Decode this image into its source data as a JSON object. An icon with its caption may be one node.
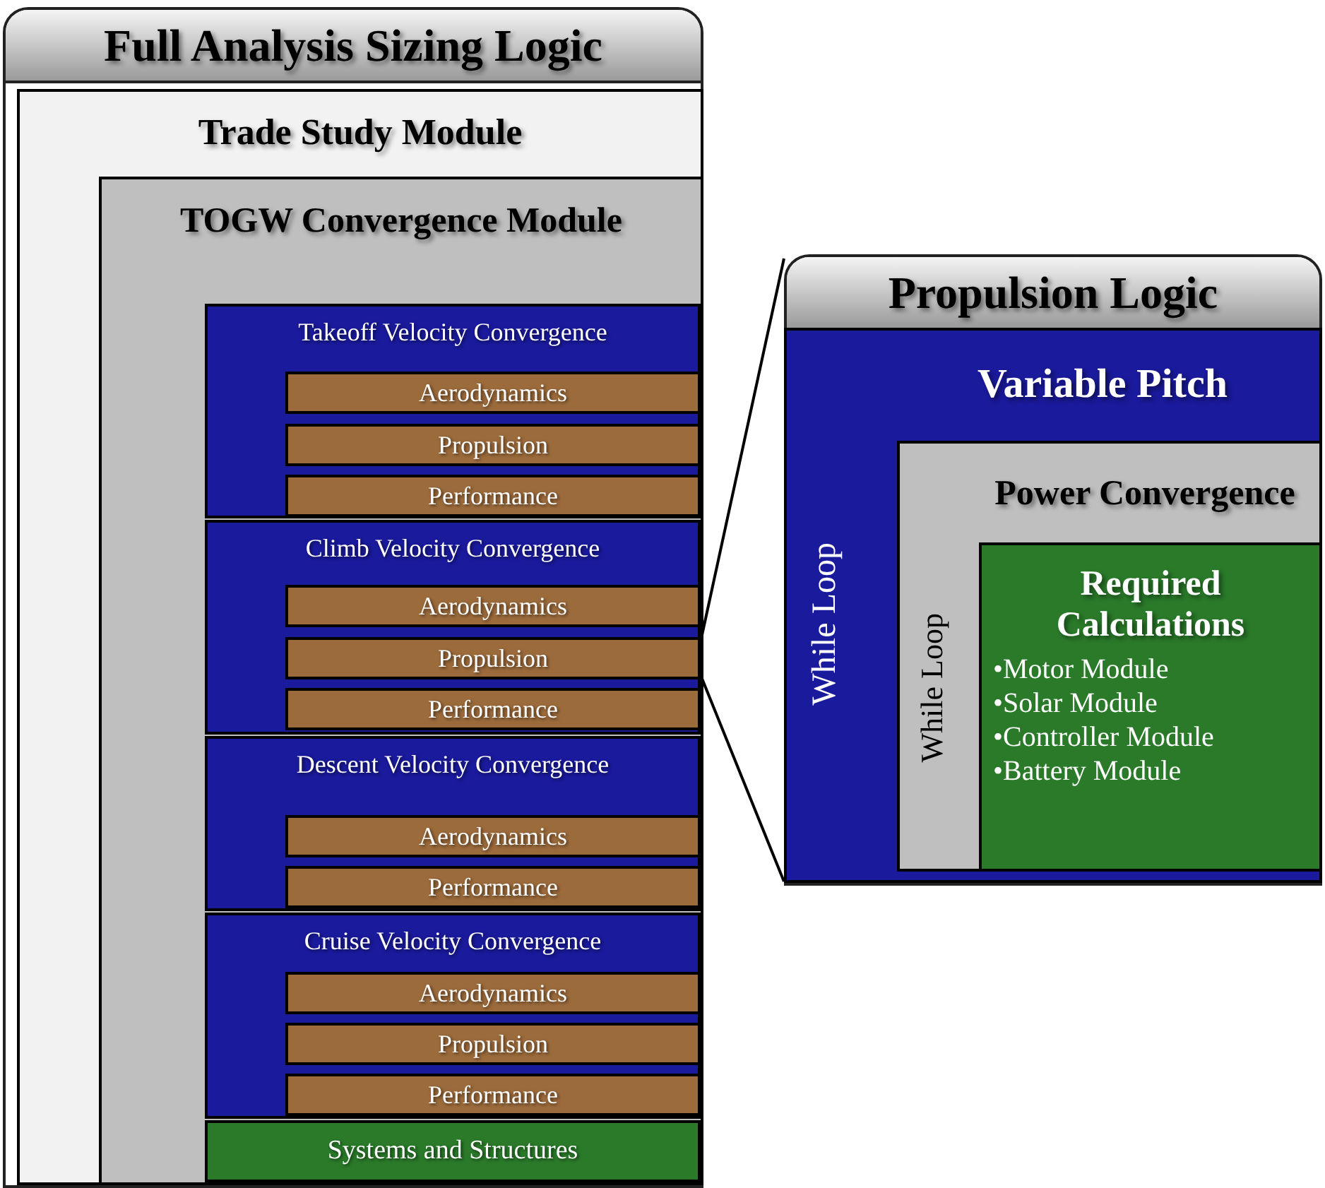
{
  "diagram": {
    "nodes": [
      {
        "text": [
          "Full Analysis Sizing Logic"
        ]
      },
      {
        "text": [
          "Trade Study Module"
        ],
        "in": 0
      },
      {
        "text": [
          "TOGW Convergence Module"
        ],
        "in": 1
      },
      {
        "text": [
          "Takeoff Velocity Convergence"
        ],
        "in": 2
      },
      {
        "text": [
          "Aerodynamics"
        ],
        "in": 3
      },
      {
        "text": [
          "Propulsion"
        ],
        "in": 3
      },
      {
        "text": [
          "Performance"
        ],
        "in": 3
      },
      {
        "text": [
          "Climb Velocity Convergence"
        ],
        "in": 2
      },
      {
        "text": [
          "Aerodynamics"
        ],
        "in": 7
      },
      {
        "text": [
          "Propulsion"
        ],
        "in": 7
      },
      {
        "text": [
          "Performance"
        ],
        "in": 7
      },
      {
        "text": [
          "Descent Velocity Convergence"
        ],
        "in": 2
      },
      {
        "text": [
          "Aerodynamics"
        ],
        "in": 11
      },
      {
        "text": [
          "Performance"
        ],
        "in": 11
      },
      {
        "text": [
          "Cruise Velocity Convergence"
        ],
        "in": 2
      },
      {
        "text": [
          "Aerodynamics"
        ],
        "in": 14
      },
      {
        "text": [
          "Propulsion"
        ],
        "in": 14
      },
      {
        "text": [
          "Performance"
        ],
        "in": 14
      },
      {
        "text": [
          "Systems and Structures"
        ],
        "in": 2
      },
      {
        "text": [
          "Propulsion Logic"
        ]
      },
      {
        "text": [
          "Variable Pitch",
          "While Loop"
        ],
        "in": 19
      },
      {
        "text": [
          "Power Convergence",
          "While Loop"
        ],
        "in": 20
      },
      {
        "text": [
          "Required Calculations",
          "•Motor Module",
          "•Solar Module",
          "•Controller Module",
          "•Battery Module"
        ],
        "in": 21
      }
    ],
    "edges": [
      {
        "from": 9,
        "to": 19,
        "arrow": "none"
      },
      {
        "from": 9,
        "to": 19,
        "arrow": "none"
      }
    ]
  }
}
